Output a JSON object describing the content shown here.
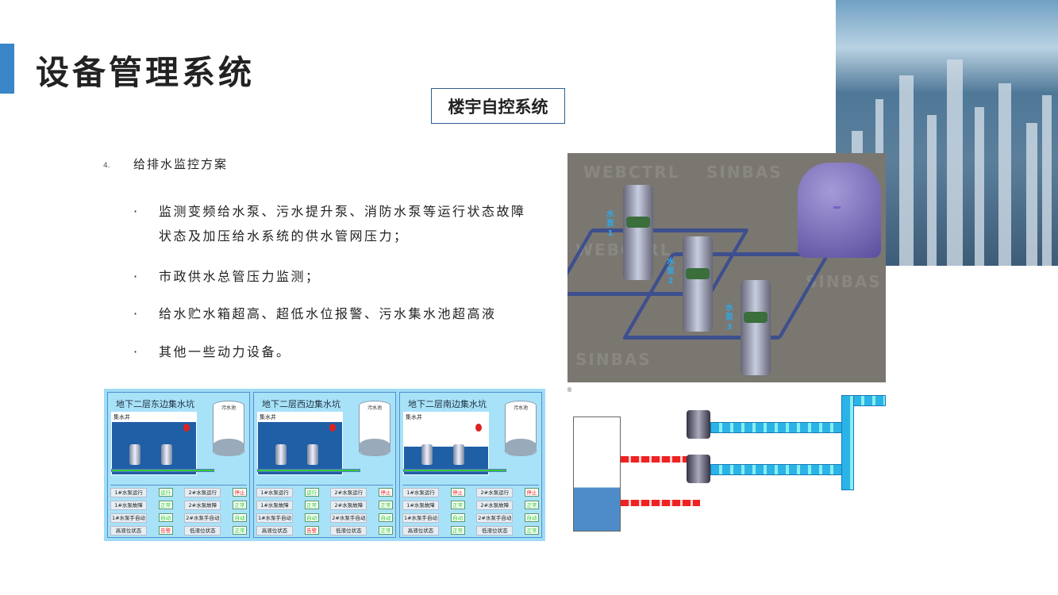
{
  "title": "设备管理系统",
  "subtitle": "楼宇自控系统",
  "section": {
    "number": "4.",
    "heading": "给排水监控方案"
  },
  "bullets": [
    {
      "dot": "·",
      "text": "监测变频给水泵、污水提升泵、消防水泵等运行状态故障状态及加压给水系统的供水管网压力；"
    },
    {
      "dot": "·",
      "text": "市政供水总管压力监测；"
    },
    {
      "dot": "·",
      "text": " 给水贮水箱超高、超低水位报警、污水集水池超高液"
    },
    {
      "dot": "·",
      "text": " 其他一些动力设备。"
    }
  ],
  "panels": [
    {
      "title": "地下二层东边集水坑",
      "well_label": "集水井",
      "tank_label": "污水池",
      "rows": [
        {
          "l1": "1#水泵运行",
          "s1": "运行",
          "l2": "2#水泵运行",
          "s2": "停止"
        },
        {
          "l1": "1#水泵故障",
          "s1": "正常",
          "l2": "2#水泵故障",
          "s2": "正常"
        },
        {
          "l1": "1#水泵手自动",
          "s1": "自动",
          "l2": "2#水泵手自动",
          "s2": "自动"
        },
        {
          "l1": "高液位状态",
          "s1": "告警",
          "l2": "低液位状态",
          "s2": "正常"
        }
      ]
    },
    {
      "title": "地下二层西边集水坑",
      "well_label": "集水井",
      "tank_label": "污水池",
      "rows": [
        {
          "l1": "1#水泵运行",
          "s1": "运行",
          "l2": "2#水泵运行",
          "s2": "停止"
        },
        {
          "l1": "1#水泵故障",
          "s1": "正常",
          "l2": "2#水泵故障",
          "s2": "正常"
        },
        {
          "l1": "1#水泵手自动",
          "s1": "自动",
          "l2": "2#水泵手自动",
          "s2": "自动"
        },
        {
          "l1": "高液位状态",
          "s1": "告警",
          "l2": "低液位状态",
          "s2": "正常"
        }
      ]
    },
    {
      "title": "地下二层南边集水坑",
      "well_label": "集水井",
      "tank_label": "污水池",
      "rows": [
        {
          "l1": "1#水泵运行",
          "s1": "停止",
          "l2": "2#水泵运行",
          "s2": "停止"
        },
        {
          "l1": "1#水泵故障",
          "s1": "正常",
          "l2": "2#水泵故障",
          "s2": "正常"
        },
        {
          "l1": "1#水泵手自动",
          "s1": "自动",
          "l2": "2#水泵手自动",
          "s2": "自动"
        },
        {
          "l1": "高液位状态",
          "s1": "正常",
          "l2": "低液位状态",
          "s2": "正常"
        }
      ]
    }
  ],
  "pump_image": {
    "labels": [
      "水泵1",
      "水泵2",
      "水泵3"
    ],
    "watermarks": [
      "WEBCTRL",
      "SINBAS"
    ],
    "caption": "图"
  },
  "colors": {
    "accent": "#3a86c8",
    "ok": "#22cc22",
    "alarm": "#ee2222"
  }
}
